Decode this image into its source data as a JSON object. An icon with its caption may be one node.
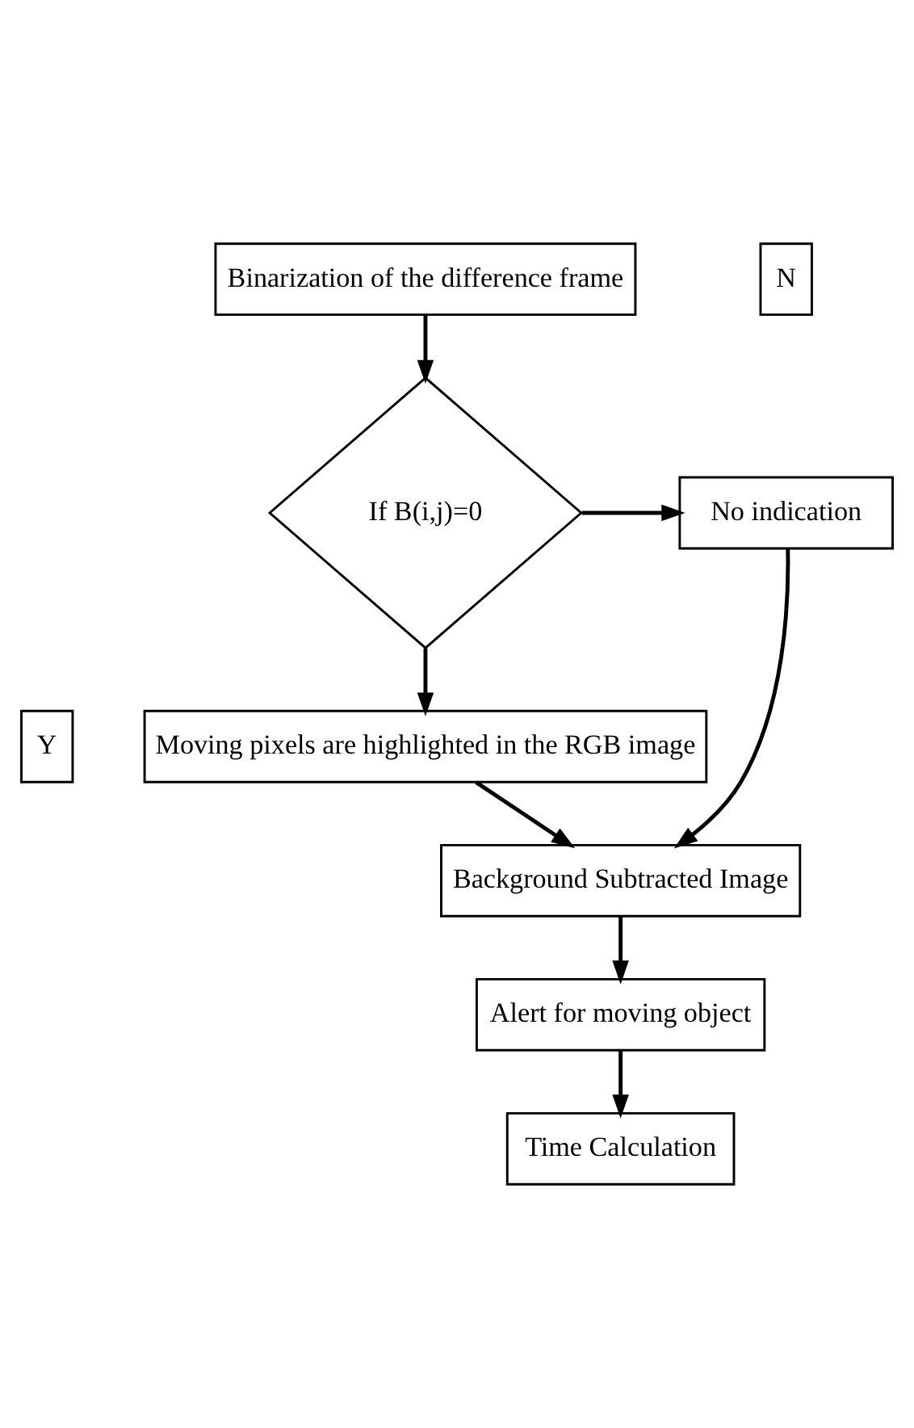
{
  "diagram": {
    "nodes": [
      {
        "text": [
          "Binarization of the difference frame"
        ]
      },
      {
        "text": [
          "N"
        ]
      },
      {
        "text": [
          "If B(i,j)=0"
        ]
      },
      {
        "text": [
          "No indication"
        ]
      },
      {
        "text": [
          "Y"
        ]
      },
      {
        "text": [
          "Moving pixels are highlighted in the RGB image"
        ]
      },
      {
        "text": [
          "Background Subtracted Image"
        ]
      },
      {
        "text": [
          "Alert for moving object"
        ]
      },
      {
        "text": [
          "Time Calculation"
        ]
      }
    ],
    "edges": [
      {
        "from": 0,
        "to": 2,
        "arrow": "to"
      },
      {
        "from": 2,
        "to": 3,
        "arrow": "to"
      },
      {
        "from": 2,
        "to": 5,
        "arrow": "to"
      },
      {
        "from": 5,
        "to": 6,
        "arrow": "to"
      },
      {
        "from": 3,
        "to": 6,
        "arrow": "to"
      },
      {
        "from": 6,
        "to": 7,
        "arrow": "to"
      },
      {
        "from": 7,
        "to": 8,
        "arrow": "to"
      }
    ]
  }
}
